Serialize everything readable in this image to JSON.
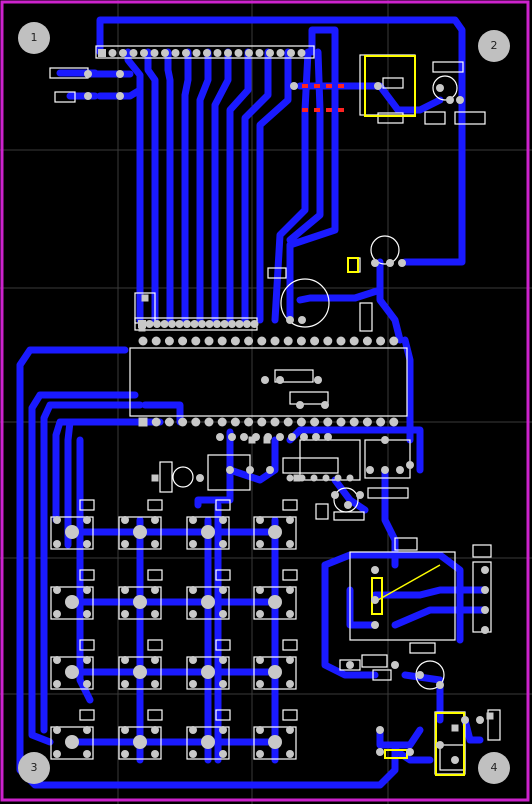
{
  "board": {
    "colors": {
      "background": "#000000",
      "outline": "#cc22cc",
      "trace": "#1a1aff",
      "pad": "#c8c8c8",
      "silkscreen": "#ffffff",
      "highlight": "#ffff00",
      "via_highlight": "#ff2222",
      "grid": "#3a3a3a",
      "mount_hole": "#c0c0c0"
    },
    "mounting_holes": [
      {
        "label": "1"
      },
      {
        "label": "2"
      },
      {
        "label": "3"
      },
      {
        "label": "4"
      }
    ],
    "keypad": {
      "rows": 4,
      "cols": 4
    },
    "components": {
      "top_header_pins": 20,
      "lcd_header_pins": 16,
      "mcu_top_pins": 20,
      "mcu_bottom_pins": 20
    }
  }
}
